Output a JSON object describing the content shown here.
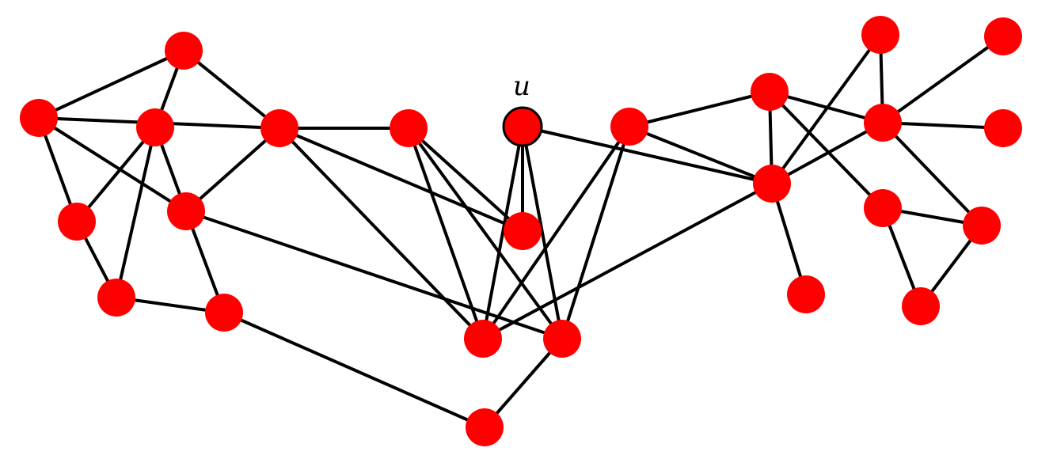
{
  "colors": {
    "node": "#ff0000",
    "edge": "#000000",
    "highlight_stroke": "#000000"
  },
  "graph": {
    "highlighted_node": "u",
    "labels": {
      "u": "u"
    },
    "nodes": [
      "n1",
      "n2",
      "n3",
      "n4",
      "n5",
      "n6",
      "n7",
      "n8",
      "n9",
      "n10",
      "n11",
      "n12",
      "n13",
      "n14",
      "n15",
      "n16",
      "n17",
      "n18",
      "n19",
      "n20",
      "n21",
      "n22",
      "n23",
      "n24",
      "n25",
      "n26",
      "n27"
    ],
    "edges": [
      [
        "n1",
        "n2"
      ],
      [
        "n1",
        "n3"
      ],
      [
        "n1",
        "n4"
      ],
      [
        "n2",
        "n3"
      ],
      [
        "n2",
        "n5"
      ],
      [
        "n2",
        "n6"
      ],
      [
        "n3",
        "n5"
      ],
      [
        "n3",
        "n9"
      ],
      [
        "n3",
        "n10"
      ],
      [
        "n3",
        "n11"
      ],
      [
        "n4",
        "n6"
      ],
      [
        "n4",
        "n5"
      ],
      [
        "n4",
        "n7"
      ],
      [
        "n5",
        "n8"
      ],
      [
        "n5",
        "n12"
      ],
      [
        "n6",
        "n7"
      ],
      [
        "n7",
        "n8"
      ],
      [
        "n8",
        "n27"
      ],
      [
        "n9",
        "n10"
      ],
      [
        "n9",
        "n11"
      ],
      [
        "n9",
        "n12"
      ],
      [
        "n10",
        "n13"
      ],
      [
        "n11",
        "n13"
      ],
      [
        "n11",
        "n14"
      ],
      [
        "n11",
        "n15"
      ],
      [
        "n12",
        "n14"
      ],
      [
        "n12",
        "n13"
      ],
      [
        "n12",
        "n27"
      ],
      [
        "n13",
        "n15"
      ],
      [
        "n14",
        "n15"
      ],
      [
        "n14",
        "n16"
      ],
      [
        "n15",
        "n20"
      ],
      [
        "n15",
        "n16"
      ],
      [
        "n15",
        "n17"
      ],
      [
        "n15",
        "n18"
      ],
      [
        "n16",
        "n17"
      ],
      [
        "n16",
        "n19"
      ],
      [
        "n17",
        "n21"
      ],
      [
        "n17",
        "n22"
      ],
      [
        "n17",
        "n18"
      ],
      [
        "n17",
        "n24"
      ],
      [
        "n19",
        "n23"
      ],
      [
        "n19",
        "n22"
      ],
      [
        "n19",
        "n26"
      ],
      [
        "n19",
        "n25"
      ],
      [
        "n22",
        "n23"
      ]
    ]
  }
}
